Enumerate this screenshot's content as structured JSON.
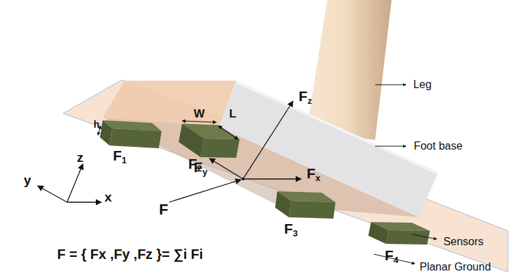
{
  "diagram": {
    "labels": [
      "h",
      "W",
      "L",
      "F1",
      "F2",
      "Fz",
      "Fy",
      "Fx",
      "F",
      "y",
      "z",
      "x",
      "F3",
      "F4",
      "Leg",
      "Foot base",
      "Sensors",
      "Planar Ground",
      "F = { Fx ,Fy ,Fz }= ∑i Fi"
    ]
  }
}
